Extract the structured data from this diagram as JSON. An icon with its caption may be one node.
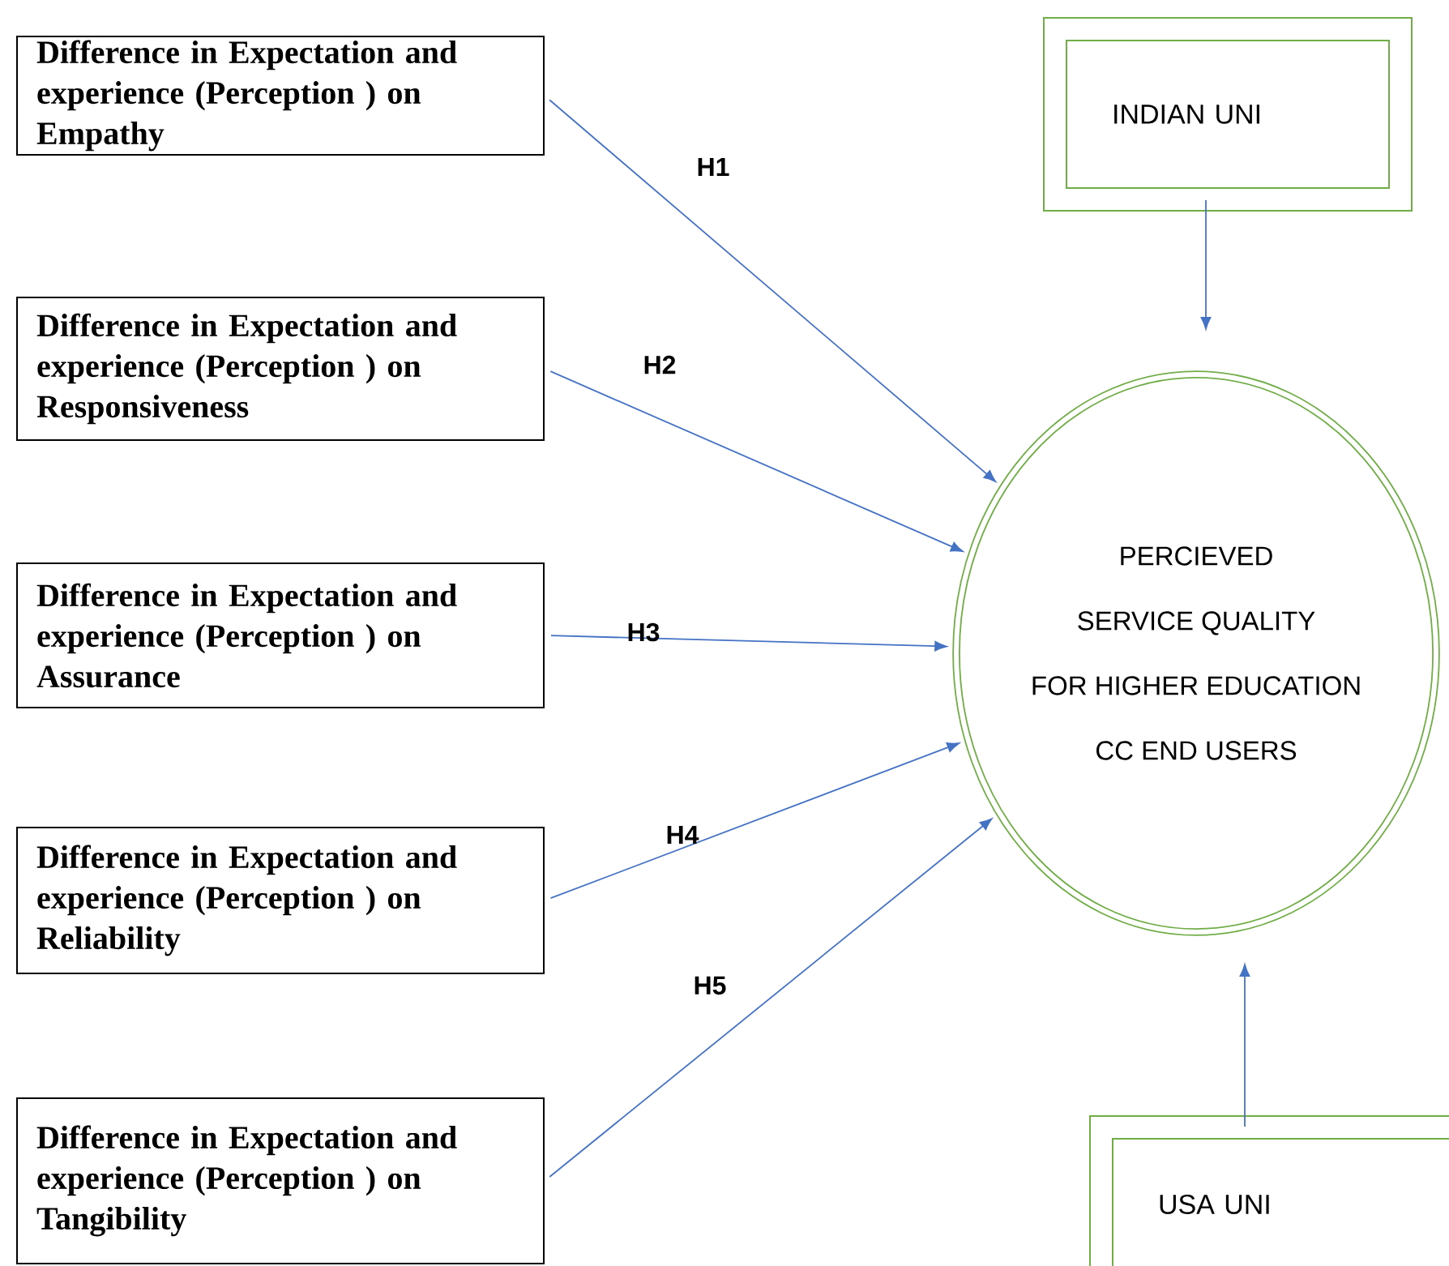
{
  "diagram": {
    "nodes": [
      {
        "text": [
          "Difference in Expectation and experience (Perception ) on Empathy"
        ]
      },
      {
        "text": [
          "Difference in Expectation and experience (Perception ) on Responsiveness"
        ]
      },
      {
        "text": [
          "Difference in Expectation and experience (Perception ) on Assurance"
        ]
      },
      {
        "text": [
          "Difference in Expectation and experience (Perception ) on Reliability"
        ]
      },
      {
        "text": [
          "Difference in Expectation and experience (Perception ) on Tangibility"
        ]
      },
      {
        "text": [
          "INDIAN UNI"
        ]
      },
      {
        "text": [
          "PERCIEVED",
          "SERVICE QUALITY",
          "FOR HIGHER EDUCATION",
          "CC END USERS"
        ]
      },
      {
        "text": [
          "USA UNI"
        ]
      }
    ],
    "edges": [
      {
        "from": 0,
        "to": 6,
        "arrow": "to",
        "label": "H1"
      },
      {
        "from": 1,
        "to": 6,
        "arrow": "to",
        "label": "H2"
      },
      {
        "from": 2,
        "to": 6,
        "arrow": "to",
        "label": "H3"
      },
      {
        "from": 3,
        "to": 6,
        "arrow": "to",
        "label": "H4"
      },
      {
        "from": 4,
        "to": 6,
        "arrow": "to",
        "label": "H5"
      },
      {
        "from": 5,
        "to": 6,
        "arrow": "to"
      },
      {
        "from": 7,
        "to": 6,
        "arrow": "to"
      }
    ]
  }
}
